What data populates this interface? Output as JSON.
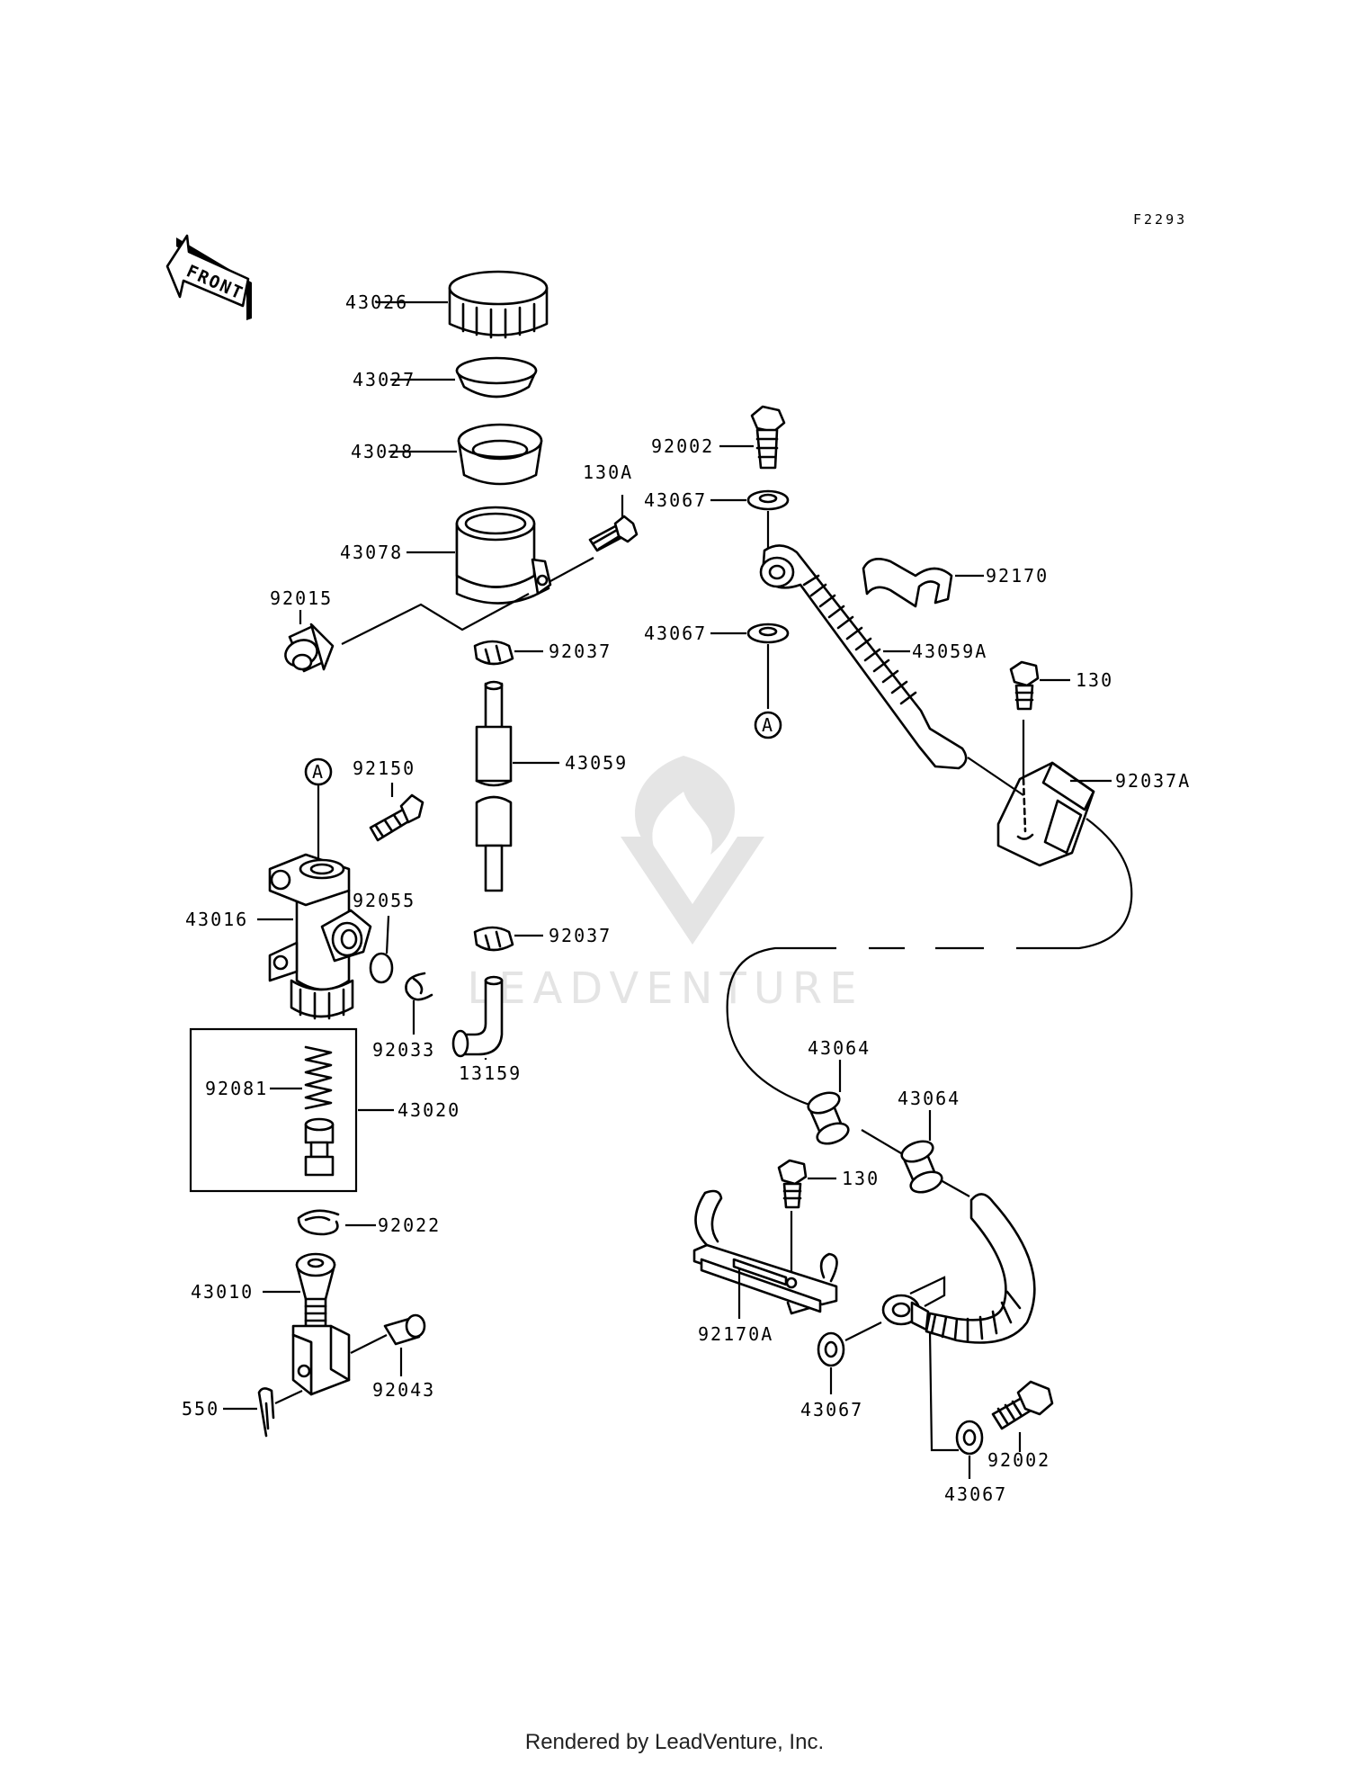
{
  "figure_code": "F2293",
  "front_label": "FRONT",
  "circle_ref": "A",
  "watermark": "LEADVENTURE",
  "footer": "Rendered by LeadVenture, Inc.",
  "labels": {
    "l43026": "43026",
    "l43027": "43027",
    "l43028": "43028",
    "l43078": "43078",
    "l92015": "92015",
    "l130A": "130A",
    "l92002_top": "92002",
    "l43067_a": "43067",
    "l43067_b": "43067",
    "l92170": "92170",
    "l43059A": "43059A",
    "l130_a": "130",
    "l92037A": "92037A",
    "l92037_a": "92037",
    "l43059": "43059",
    "l92150": "92150",
    "l43016": "43016",
    "l92055": "92055",
    "l92037_b": "92037",
    "l92033": "92033",
    "l13159": "13159",
    "l92081": "92081",
    "l43020": "43020",
    "l92022": "92022",
    "l43010": "43010",
    "l92043": "92043",
    "l550": "550",
    "l43064_a": "43064",
    "l43064_b": "43064",
    "l130_b": "130",
    "l92170A": "92170A",
    "l43067_c": "43067",
    "l92002_bot": "92002",
    "l43067_d": "43067"
  }
}
